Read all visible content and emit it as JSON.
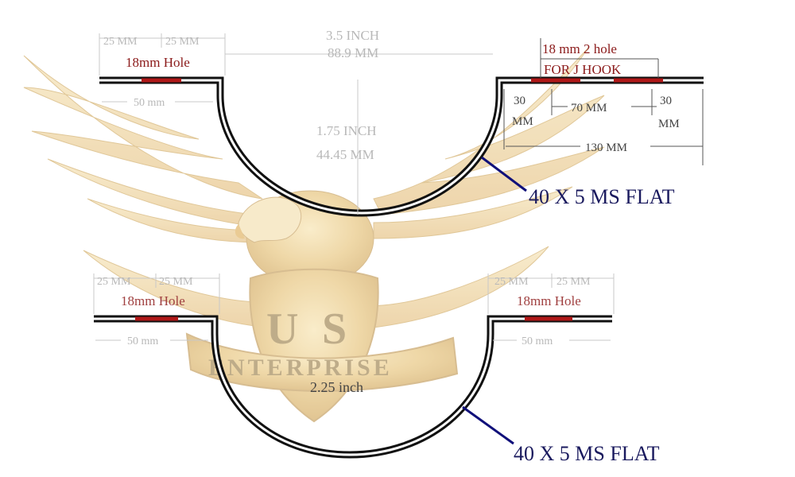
{
  "top_bracket": {
    "left_dim_a": "25 MM",
    "left_dim_b": "25 MM",
    "left_hole": "18mm Hole",
    "left_flange": "50 mm",
    "width_inch": "3.5 INCH",
    "width_mm": "88.9 MM",
    "depth_inch": "1.75 INCH",
    "depth_mm": "44.45 MM",
    "right_hole_line1": "18 mm 2 hole",
    "right_hole_line2": "FOR J HOOK",
    "right_dim_30a_1": "30",
    "right_dim_30a_2": "MM",
    "right_dim_70": "70 MM",
    "right_dim_30b_1": "30",
    "right_dim_30b_2": "MM",
    "right_dim_130": "130 MM",
    "callout": "40 X 5 MS FLAT"
  },
  "bottom_bracket": {
    "left_dim_a": "25 MM",
    "left_dim_b": "25 MM",
    "left_hole": "18mm Hole",
    "left_flange": "50 mm",
    "right_dim_a": "25 MM",
    "right_dim_b": "25 MM",
    "right_hole": "18mm Hole",
    "right_flange": "50 mm",
    "width_label": "2.25 inch",
    "callout": "40 X 5 MS FLAT"
  },
  "watermark": {
    "initials_1": "U",
    "initials_2": "S",
    "company": "ENTERPRISE"
  },
  "colors": {
    "bracket": "#111111",
    "hole": "#b01818",
    "callout_line": "#10107a",
    "gold": "#d8a848"
  }
}
